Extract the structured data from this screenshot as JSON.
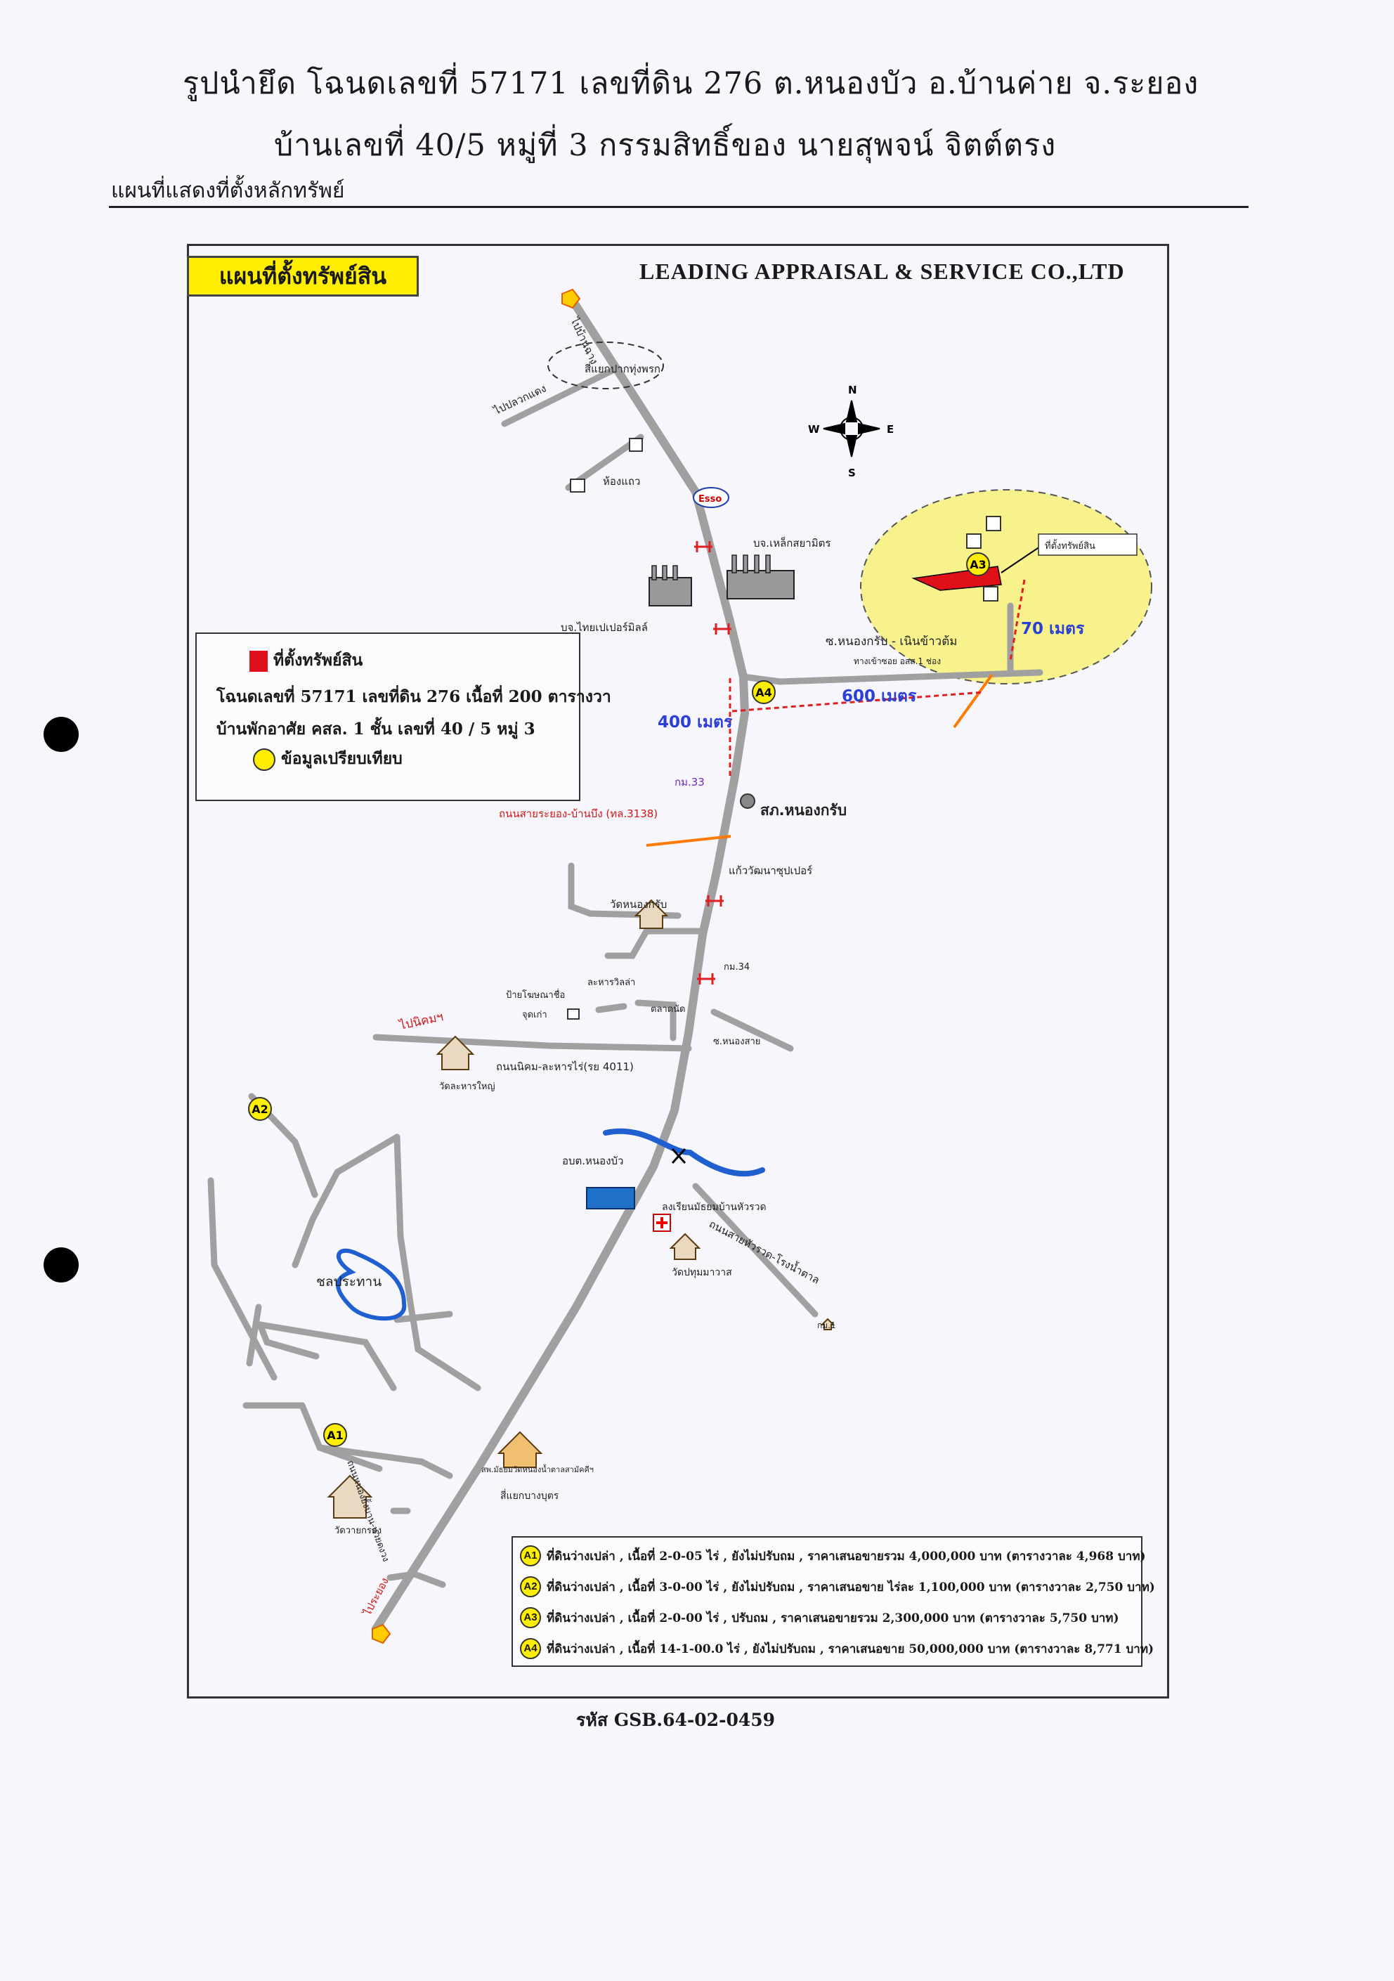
{
  "header": {
    "title_line1": "รูปนำยึด โฉนดเลขที่ 57171 เลขที่ดิน 276 ต.หนองบัว อ.บ้านค่าย จ.ระยอง",
    "title_line2": "บ้านเลขที่ 40/5 หมู่ที่ 3 กรรมสิทธิ์ของ นายสุพจน์ จิตต์ตรง",
    "subtitle": "แผนที่แสดงที่ตั้งหลักทรัพย์"
  },
  "map": {
    "label_box": "แผนที่ตั้งทรัพย์สิน",
    "company": "LEADING APPRAISAL & SERVICE CO.,LTD",
    "compass": {
      "n": "N",
      "s": "S",
      "e": "E",
      "w": "W"
    },
    "colors": {
      "road": "#a0a0a0",
      "accent_yellow": "#ffee00",
      "property_red": "#e0101a",
      "river_blue": "#1f5fd0",
      "distance_blue": "#2b3fd6",
      "distance_red": "#e02020",
      "orange_line": "#ff7a00"
    },
    "places": {
      "to_banchang": "ไปบ้านฉาง",
      "to_plaeng": "ไปปลวกแดง",
      "junction": "สี่แยกปากทุ่งพรก",
      "house_nong": "ห้องแถว",
      "esso": "Esso",
      "factory1": "บจ.เหล็กสยามิตร",
      "factory2": "บจ.ไทยเปเปอร์มิลล์",
      "soi_nong": "ซ.หนองกรับ - เนินข้าวต้ม",
      "soi_sub": "ทางเข้าซอย อสส.1 ช่อง",
      "property": "ที่ตั้งทรัพย์สิน",
      "km33": "กม.33",
      "police": "สภ.หนองกรับ",
      "road3138": "ถนนสายระยอง-บ้านบึง (ทล.3138)",
      "super": "แก้ววัฒนาซุปเปอร์",
      "temple1": "วัดหนองกรับ",
      "km34": "กม.34",
      "village1": "ป้ายโฆษณาชื่อ",
      "village2": "ละหารวิลล่า",
      "village3": "จุดเก่า",
      "market": "ตลาดนัด",
      "soi_nongsai": "ซ.หนองสาย",
      "to_nikom": "ไปนิคมฯ",
      "temple2": "วัดละหารใหญ่",
      "road4011": "ถนนนิคม-ละหารไร่(รย 4011)",
      "tambon": "อบต.หนองบัว",
      "school": "ลงเรียนมัธยมบ้านหัวรวด",
      "road_huarod": "ถนนสายหัวรวด-โรงน้ำตาล",
      "temple3": "วัดปทุมมาวาส",
      "km1": "กม.1",
      "reservoir": "ชลประทาน",
      "road_side": "ถนนหนองยั้งบาน-หวยดงวง",
      "temple4": "วัดวายกรอง",
      "school2": "สพ.มัธยมวัดหนองน้ำตาลสามัคคีฯ",
      "junction2": "สี่แยกบางบุตร",
      "to_rayong": "ไประยอง"
    },
    "distances": {
      "d70": "70 เมตร",
      "d600": "600 เมตร",
      "d400": "400 เมตร"
    },
    "markers": [
      "A1",
      "A2",
      "A3",
      "A4"
    ]
  },
  "legend": {
    "item1": "ที่ตั้งทรัพย์สิน",
    "line1": "โฉนดเลขที่ 57171 เลขที่ดิน 276 เนื้อที่ 200 ตารางวา",
    "line2": "บ้านพักอาศัย คสล. 1 ชั้น เลขที่ 40 / 5 หมู่ 3",
    "item2": "ข้อมูลเปรียบเทียบ"
  },
  "comparables": [
    {
      "id": "A1",
      "text": "ที่ดินว่างเปล่า , เนื้อที่ 2-0-05 ไร่ , ยังไม่ปรับถม , ราคาเสนอขายรวม 4,000,000 บาท (ตารางวาละ 4,968 บาท)"
    },
    {
      "id": "A2",
      "text": "ที่ดินว่างเปล่า , เนื้อที่ 3-0-00 ไร่ , ยังไม่ปรับถม , ราคาเสนอขาย ไร่ละ 1,100,000 บาท (ตารางวาละ 2,750 บาท)"
    },
    {
      "id": "A3",
      "text": "ที่ดินว่างเปล่า , เนื้อที่ 2-0-00 ไร่ , ปรับถม , ราคาเสนอขายรวม 2,300,000 บาท (ตารางวาละ 5,750 บาท)"
    },
    {
      "id": "A4",
      "text": "ที่ดินว่างเปล่า , เนื้อที่ 14-1-00.0 ไร่ , ยังไม่ปรับถม , ราคาเสนอขาย 50,000,000 บาท (ตารางวาละ 8,771 บาท)"
    }
  ],
  "footer": {
    "code": "รหัส GSB.64-02-0459"
  }
}
